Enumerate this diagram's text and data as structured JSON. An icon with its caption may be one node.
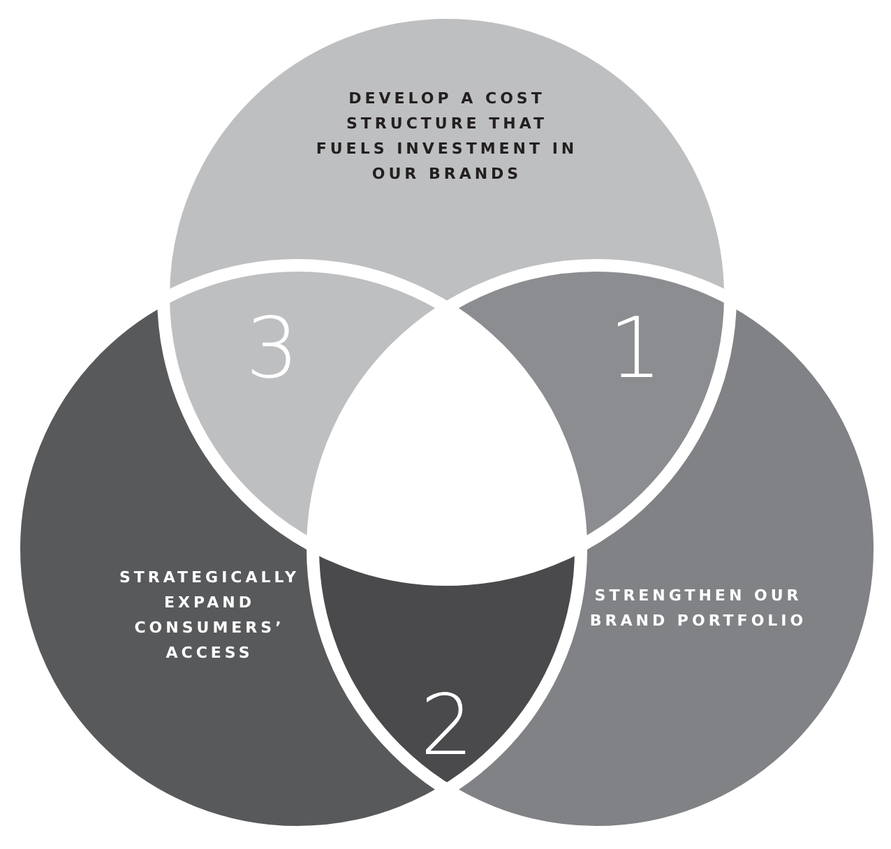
{
  "diagram": {
    "nodes": [
      {
        "text": [
          "DEVELOP A COST STRUCTURE THAT FUELS INVESTMENT IN OUR BRANDS"
        ]
      },
      {
        "text": [
          "STRATEGICALLY EXPAND CONSUMERS’ ACCESS"
        ]
      },
      {
        "text": [
          "STRENGTHEN OUR BRAND PORTFOLIO"
        ]
      },
      {
        "text": [
          "3"
        ]
      },
      {
        "text": [
          "1"
        ]
      },
      {
        "text": [
          "2"
        ]
      }
    ]
  }
}
